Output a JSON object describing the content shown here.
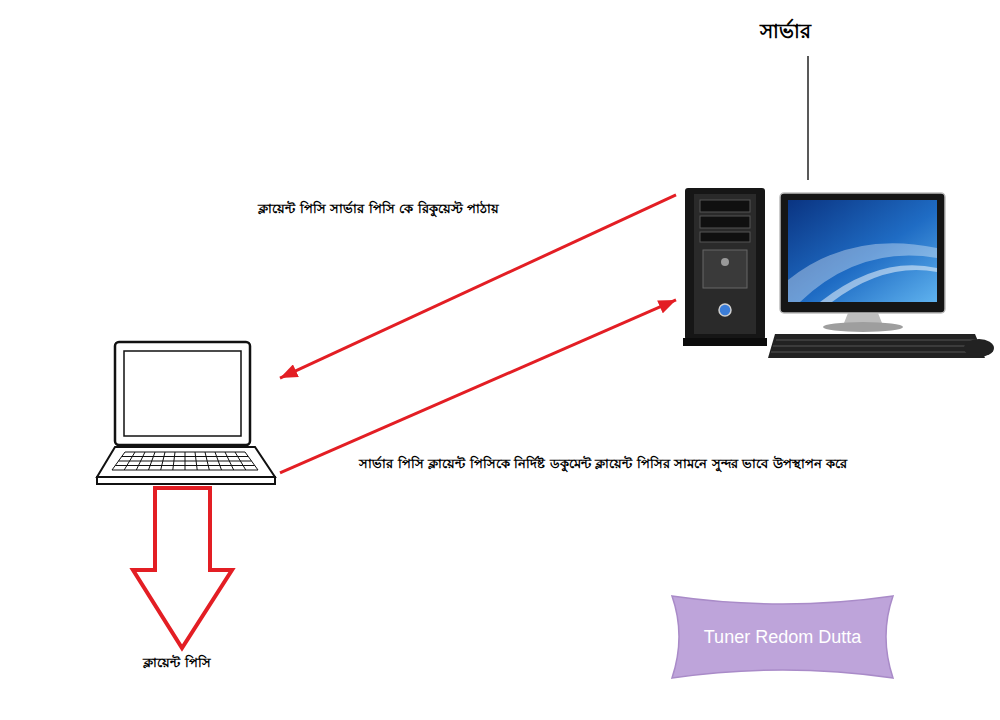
{
  "diagram": {
    "nodes": [
      {
        "text": [
          "সার্ভার"
        ]
      },
      {
        "text": [
          "ক্লায়েন্ট পিসি"
        ]
      }
    ],
    "edges": [
      {
        "from": 0,
        "to": 1,
        "arrow": "to",
        "label": "ক্লায়েন্ট পিসি সার্ভার পিসি কে রিকুয়েস্ট পাঠায়"
      },
      {
        "from": 1,
        "to": 0,
        "arrow": "to",
        "label": "সার্ভার পিসি ক্লায়েন্ট পিসিকে নির্দিষ্ট ডকুমেন্ট ক্লায়েন্ট পিসির সামনে সুন্দর ভাবে উপস্থাপন করে"
      }
    ],
    "labels": [
      "Tuner Redom Dutta"
    ]
  }
}
